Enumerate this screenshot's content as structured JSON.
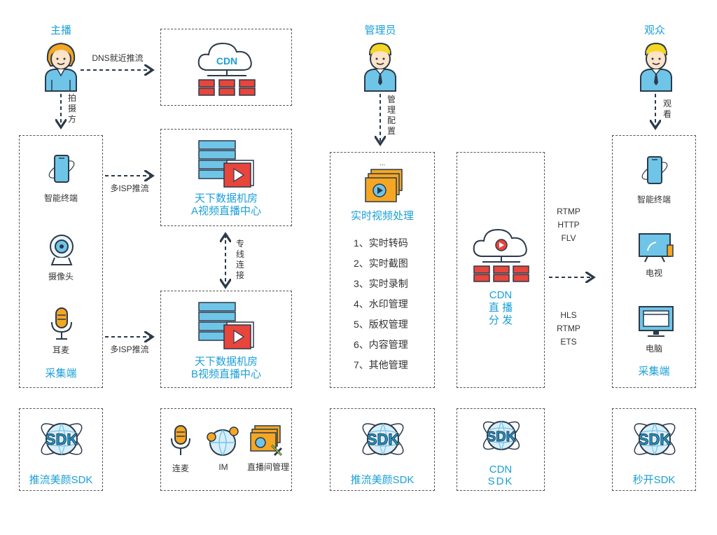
{
  "roles": {
    "anchor": "主播",
    "admin": "管理员",
    "viewer": "观众"
  },
  "arrows": {
    "dns": "DNS就近推流",
    "shoot": "拍摄方",
    "multi_isp_a": "多ISP推流",
    "multi_isp_b": "多ISP推流",
    "dedicated": "专线连接",
    "manage_config": "管理配置",
    "watch": "观看"
  },
  "cdn_top": {
    "label": "CDN"
  },
  "capture_left": {
    "items": [
      "智能终端",
      "摄像头",
      "耳麦"
    ],
    "title": "采集端"
  },
  "datacenter_a": {
    "line1": "天下数据机房",
    "line2": "A视频直播中心"
  },
  "datacenter_b": {
    "line1": "天下数据机房",
    "line2": "B视频直播中心"
  },
  "processing": {
    "dots": "...",
    "title": "实时视频处理",
    "items": [
      "1、实时转码",
      "2、实时截图",
      "3、实时录制",
      "4、水印管理",
      "5、版权管理",
      "6、内容管理",
      "7、其他管理"
    ]
  },
  "cdn_dist": {
    "line1": "CDN",
    "line2": "直 播",
    "line3": "分 发"
  },
  "protocols_top": [
    "RTMP",
    "HTTP",
    "FLV"
  ],
  "protocols_bottom": [
    "HLS",
    "RTMP",
    "ETS"
  ],
  "capture_right": {
    "items": [
      "智能终端",
      "电视",
      "电脑"
    ],
    "title": "采集端"
  },
  "sdk": {
    "badge": "SDK",
    "push_left": "推流美颜SDK",
    "tools": [
      "连麦",
      "IM",
      "直播间管理"
    ],
    "push_mid": "推流美颜SDK",
    "cdn_line1": "CDN",
    "cdn_line2": "SDK",
    "fast_open": "秒开SDK"
  },
  "colors": {
    "accent": "#1a9fd8",
    "orange": "#f5a623",
    "red": "#e8453c",
    "dark": "#2b3a4a"
  }
}
